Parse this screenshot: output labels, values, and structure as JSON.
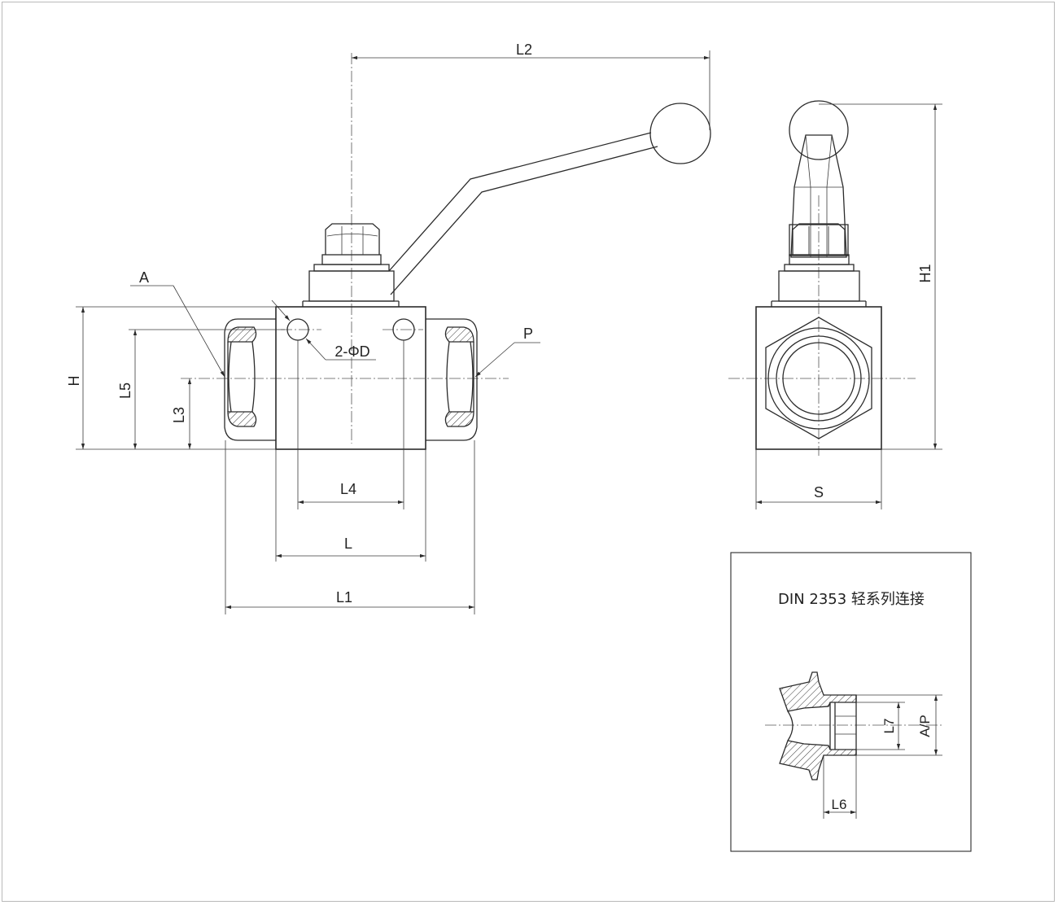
{
  "labels": {
    "L": "L",
    "L1": "L1",
    "L2": "L2",
    "L3": "L3",
    "L4": "L4",
    "L5": "L5",
    "H": "H",
    "H1": "H1",
    "S": "S",
    "A": "A",
    "P": "P",
    "holes": "2-ΦD"
  },
  "detail": {
    "title": "DIN 2353 轻系列连接",
    "L6": "L6",
    "L7": "L7",
    "AP": "A/P"
  }
}
